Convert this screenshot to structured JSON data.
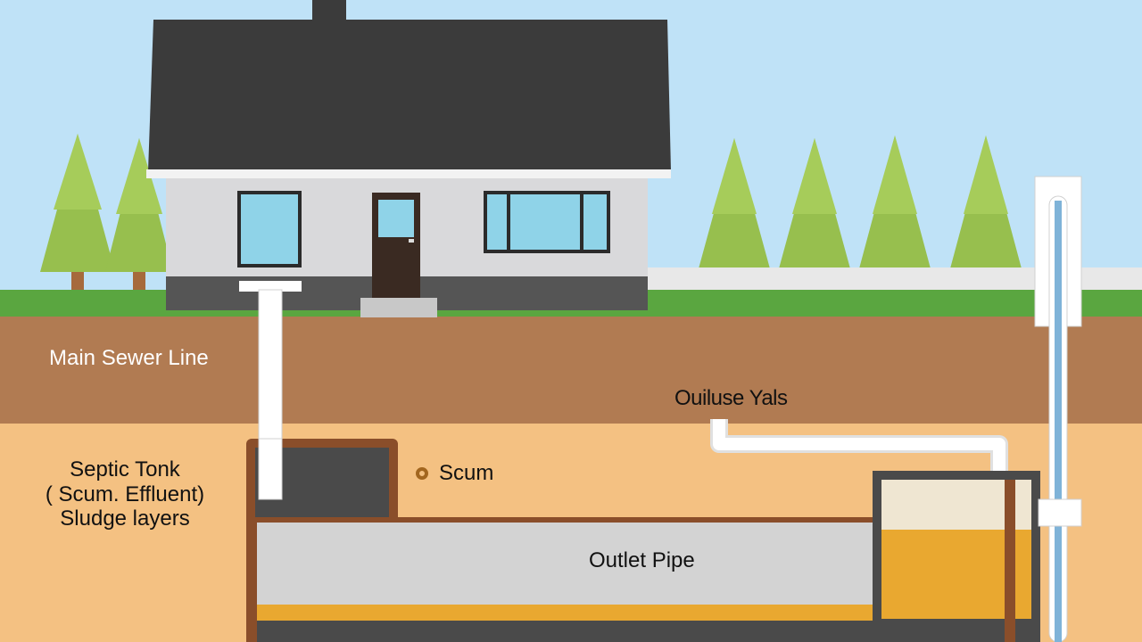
{
  "labels": {
    "main_sewer_line": "Main Sewer Line",
    "septic_tank_line1": "Septic Tonk",
    "septic_tank_line2": "( Scum. Effluent)",
    "septic_tank_line3": "Sludge layers",
    "scum": "Scum",
    "outlet_yals": "Ouiluse Yals",
    "outlet_pipe": "Outlet Pipe"
  },
  "colors": {
    "sky": "#bfe2f7",
    "grass": "#5aa640",
    "topsoil": "#b17b52",
    "sand": "#f4c182",
    "roof": "#3b3b3b",
    "wall": "#d9d9db",
    "foundation": "#555555",
    "tree": "#97bf4e",
    "trunk": "#a66a3c",
    "pipe": "#ffffff",
    "tank_dark": "#4a4a4a",
    "tank_edge": "#8a4e2a",
    "effluent": "#d3d3d3",
    "sludge": "#e9a830",
    "window": "#8fd3e8",
    "door": "#3a2a22",
    "water": "#7fb3d8"
  },
  "icons": {
    "scum_marker": "circle-outline-icon"
  }
}
